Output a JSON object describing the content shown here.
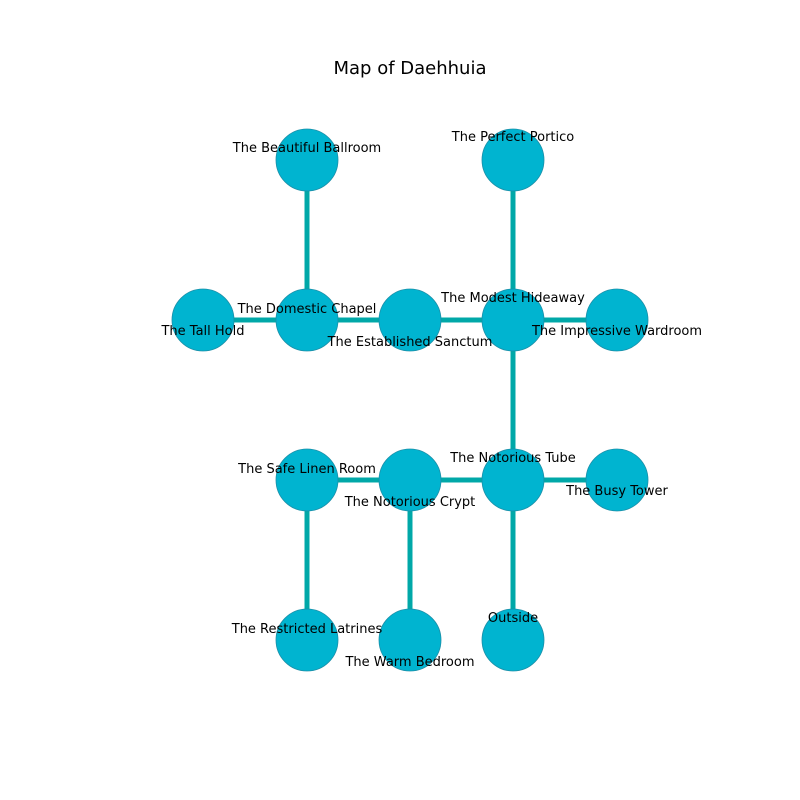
{
  "title": "Map of Daehhuia",
  "colors": {
    "node_fill": "#00b4d0",
    "node_stroke": "#1a8fa8",
    "edge": "#00a8a8"
  },
  "rooms": [
    {
      "id": "beautiful-ballroom",
      "name": "The Beautiful Ballroom",
      "col": 1,
      "row": 0
    },
    {
      "id": "perfect-portico",
      "name": "The Perfect Portico",
      "col": 3,
      "row": 0
    },
    {
      "id": "tall-hold",
      "name": "The Tall Hold",
      "col": 0,
      "row": 1
    },
    {
      "id": "domestic-chapel",
      "name": "The Domestic Chapel",
      "col": 1,
      "row": 1
    },
    {
      "id": "established-sanctum",
      "name": "The Established Sanctum",
      "col": 2,
      "row": 1
    },
    {
      "id": "modest-hideaway",
      "name": "The Modest Hideaway",
      "col": 3,
      "row": 1
    },
    {
      "id": "impressive-wardroom",
      "name": "The Impressive Wardroom",
      "col": 4,
      "row": 1
    },
    {
      "id": "safe-linen-room",
      "name": "The Safe Linen Room",
      "col": 1,
      "row": 2
    },
    {
      "id": "notorious-crypt",
      "name": "The Notorious Crypt",
      "col": 2,
      "row": 2
    },
    {
      "id": "notorious-tube",
      "name": "The Notorious Tube",
      "col": 3,
      "row": 2
    },
    {
      "id": "busy-tower",
      "name": "The Busy Tower",
      "col": 4,
      "row": 2
    },
    {
      "id": "restricted-latrines",
      "name": "The Restricted Latrines",
      "col": 1,
      "row": 3
    },
    {
      "id": "warm-bedroom",
      "name": "The Warm Bedroom",
      "col": 2,
      "row": 3
    },
    {
      "id": "outside",
      "name": "Outside",
      "col": 3,
      "row": 3
    }
  ],
  "connections": [
    [
      "beautiful-ballroom",
      "domestic-chapel"
    ],
    [
      "perfect-portico",
      "modest-hideaway"
    ],
    [
      "tall-hold",
      "domestic-chapel"
    ],
    [
      "domestic-chapel",
      "established-sanctum"
    ],
    [
      "established-sanctum",
      "modest-hideaway"
    ],
    [
      "modest-hideaway",
      "impressive-wardroom"
    ],
    [
      "modest-hideaway",
      "notorious-tube"
    ],
    [
      "safe-linen-room",
      "notorious-crypt"
    ],
    [
      "notorious-crypt",
      "notorious-tube"
    ],
    [
      "notorious-tube",
      "busy-tower"
    ],
    [
      "safe-linen-room",
      "restricted-latrines"
    ],
    [
      "notorious-crypt",
      "warm-bedroom"
    ],
    [
      "notorious-tube",
      "outside"
    ]
  ]
}
